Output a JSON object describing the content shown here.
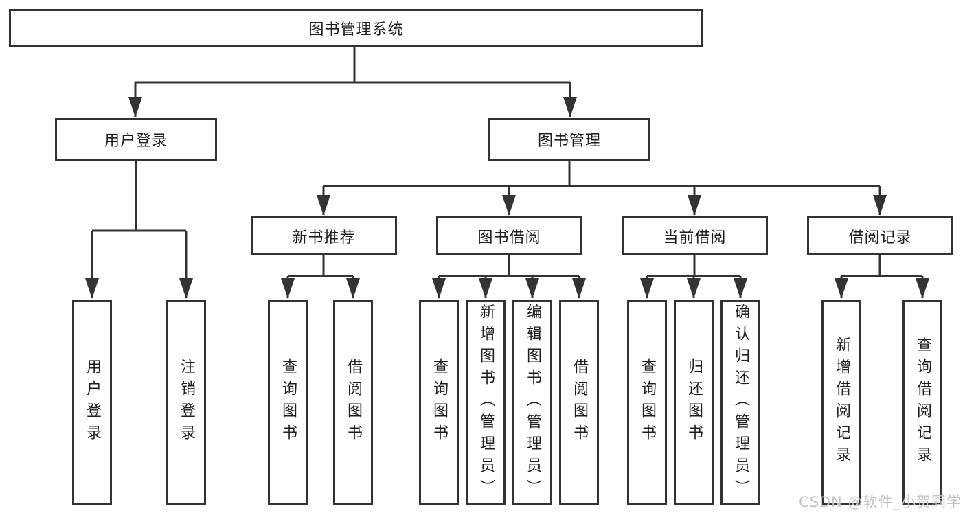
{
  "diagram": {
    "root": {
      "label": "图书管理系统"
    },
    "branches": [
      {
        "label": "用户登录",
        "children": [
          {
            "label": "用户登录"
          },
          {
            "label": "注销登录"
          }
        ]
      },
      {
        "label": "图书管理",
        "children": [
          {
            "label": "新书推荐",
            "children": [
              {
                "label": "查询图书"
              },
              {
                "label": "借阅图书"
              }
            ]
          },
          {
            "label": "图书借阅",
            "children": [
              {
                "label": "查询图书"
              },
              {
                "label": "新增图书（管理员）"
              },
              {
                "label": "编辑图书（管理员）"
              },
              {
                "label": "借阅图书"
              }
            ]
          },
          {
            "label": "当前借阅",
            "children": [
              {
                "label": "查询图书"
              },
              {
                "label": "归还图书"
              },
              {
                "label": "确认归还（管理员）"
              }
            ]
          },
          {
            "label": "借阅记录",
            "children": [
              {
                "label": "新增借阅记录"
              },
              {
                "label": "查询借阅记录"
              }
            ]
          }
        ]
      }
    ]
  },
  "watermark": {
    "text": "CSDN @软件_小贺同学"
  },
  "colors": {
    "line": "#333333",
    "text": "#1f1f1f",
    "background": "#ffffff",
    "watermark": "#c3c3c3"
  }
}
